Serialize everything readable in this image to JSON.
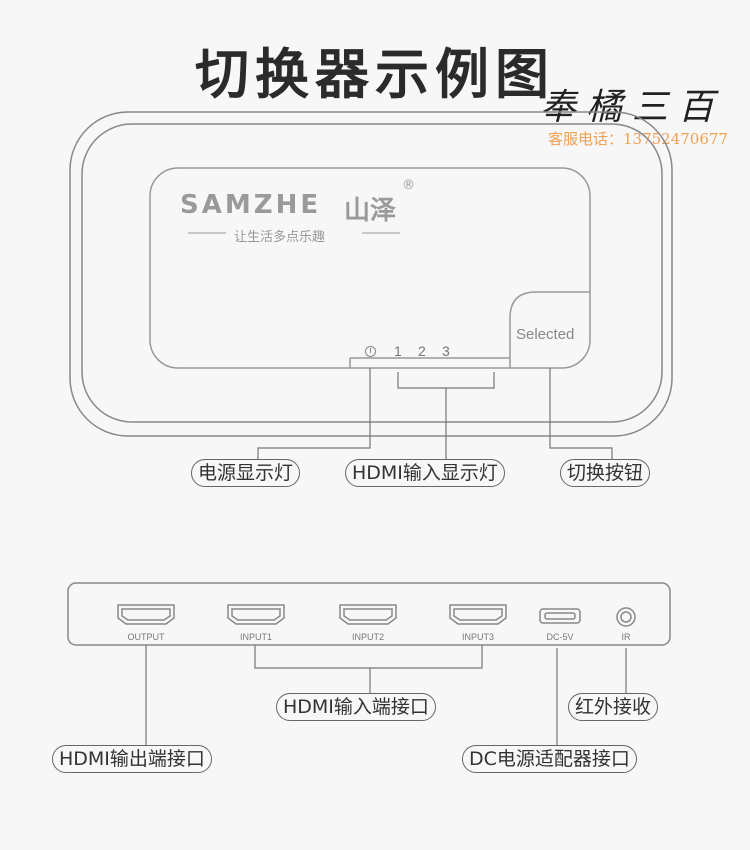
{
  "title": "切换器示例图",
  "watermark": {
    "brand": "奉橘三百",
    "phone": "客服电话：13752470677"
  },
  "device_top": {
    "logo_text": "SAMZHE",
    "logo_cn": "山泽",
    "registered_mark": "®",
    "slogan": "让生活多点乐趣",
    "selected_label": "Selected",
    "led_labels": [
      "1",
      "2",
      "3"
    ]
  },
  "callouts_top": {
    "power_led": "电源显示灯",
    "hdmi_led": "HDMI输入显示灯",
    "switch_button": "切换按钮"
  },
  "ports": {
    "output": "OUTPUT",
    "input1": "INPUT1",
    "input2": "INPUT2",
    "input3": "INPUT3",
    "dc": "DC-5V",
    "ir": "IR"
  },
  "callouts_bottom": {
    "hdmi_input": "HDMI输入端接口",
    "ir_receive": "红外接收",
    "hdmi_output": "HDMI输出端接口",
    "dc_adapter": "DC电源适配器接口"
  }
}
